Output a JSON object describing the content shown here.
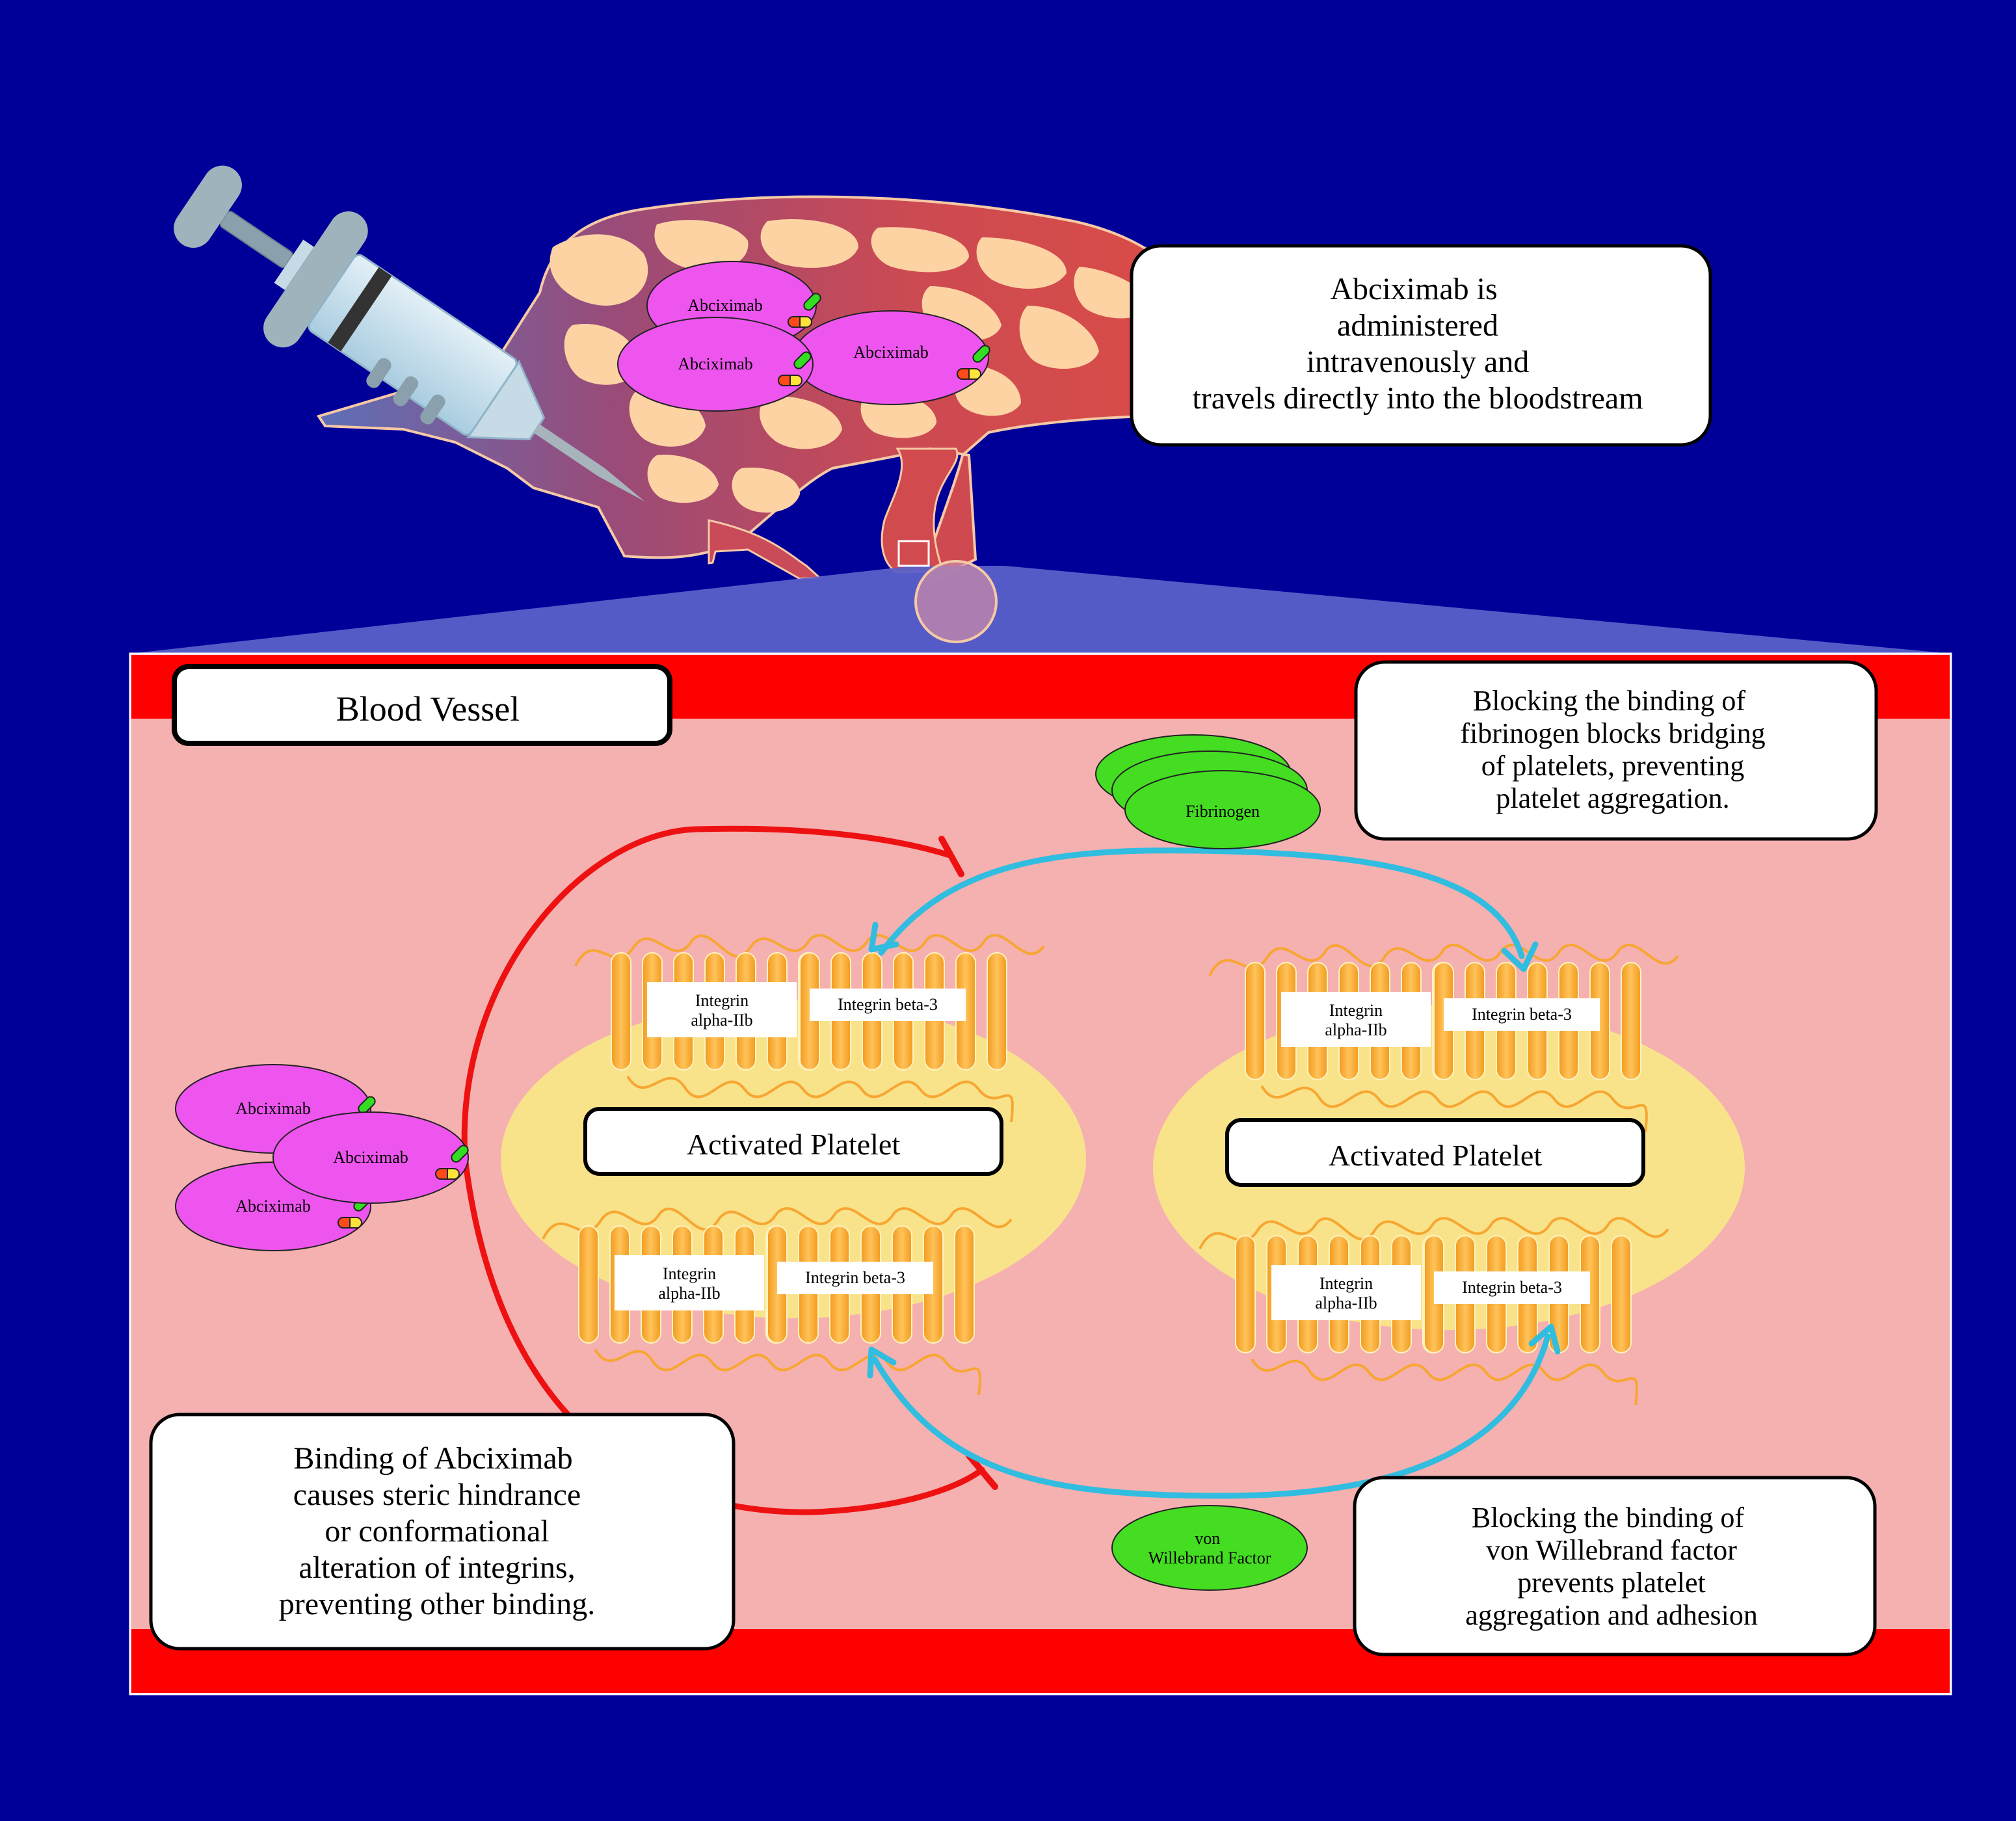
{
  "colors": {
    "background": "#000099",
    "vessel_wall": "#ff0000",
    "vessel_lumen": "#f5b0b0",
    "platelet": "#f9e38a",
    "integrin": "#f7a632",
    "abciximab": "#ee55ee",
    "ligand": "#44dd22",
    "inhibition": "#ee1111",
    "activation": "#30bde0"
  },
  "callouts": {
    "administration": "Abciximab is administered intravenously and travels directly into the bloodstream",
    "vessel_title": "Blood Vessel",
    "fibrinogen_block": "Blocking the binding of fibrinogen blocks bridging of platelets, preventing platelet aggregation.",
    "steric_hindrance": "Binding of Abciximab causes steric hindrance or conformational alteration of integrins, preventing other binding.",
    "vwf_block": "Blocking the binding of von Willebrand factor prevents platelet aggregation and adhesion"
  },
  "molecules": {
    "abciximab": "Abciximab",
    "fibrinogen": "Fibrinogen",
    "vwf": "von Willebrand Factor"
  },
  "integrins": {
    "alpha": "Integrin alpha-IIb",
    "beta": "Integrin beta-3"
  },
  "platelets": {
    "label": "Activated Platelet"
  },
  "icons": {
    "syringe": "syringe-icon",
    "capsule": "capsule-icon"
  }
}
